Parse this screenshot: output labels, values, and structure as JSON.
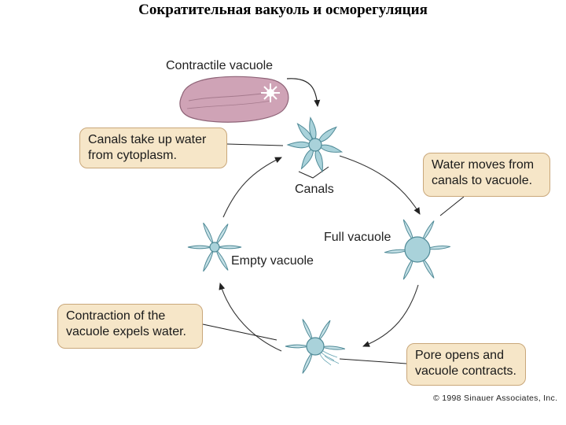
{
  "title": "Сократительная вакуоль и осморегуляция",
  "labels": {
    "contractile_vacuole": "Contractile vacuole",
    "canals": "Canals",
    "full_vacuole": "Full vacuole",
    "empty_vacuole": "Empty vacuole"
  },
  "callouts": {
    "canals_take_up": "Canals take up water from cytoplasm.",
    "water_moves": "Water moves from canals to vacuole.",
    "contraction": "Contraction of the vacuole expels water.",
    "pore_opens": "Pore opens and vacuole contracts."
  },
  "copyright": "© 1998 Sinauer Associates, Inc.",
  "colors": {
    "callout_fill": "#f6e6c8",
    "callout_border": "#c9a77a",
    "vacuole_fill": "#a9d2da",
    "vacuole_stroke": "#4f8a97",
    "organism_fill": "#cfa3b6"
  }
}
